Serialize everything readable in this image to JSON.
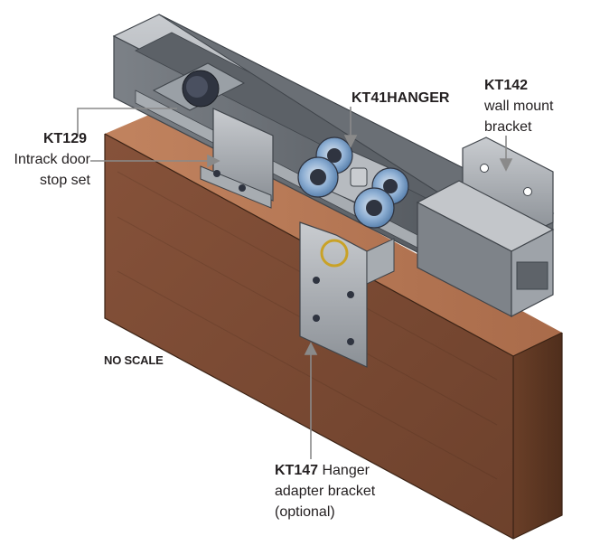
{
  "labels": {
    "kt129": {
      "code": "KT129",
      "line1": "Intrack door",
      "line2": "stop set"
    },
    "kt41": {
      "code": "KT41HANGER"
    },
    "kt142": {
      "code": "KT142",
      "line1": "wall mount",
      "line2": "bracket"
    },
    "noscale": {
      "text": "NO SCALE"
    },
    "kt147": {
      "code": "KT147",
      "desc": " Hanger",
      "line1": "adapter bracket",
      "line2": "(optional)"
    }
  },
  "colors": {
    "wood_front": "#7b4a32",
    "wood_top": "#b87855",
    "wood_side": "#5e3722",
    "metal_light": "#b7bbc0",
    "metal_mid": "#8c9197",
    "metal_dark": "#54595f",
    "wheel_blue": "#6f95c2",
    "wheel_dark": "#2f3440",
    "leader": "#8a8a8a"
  }
}
